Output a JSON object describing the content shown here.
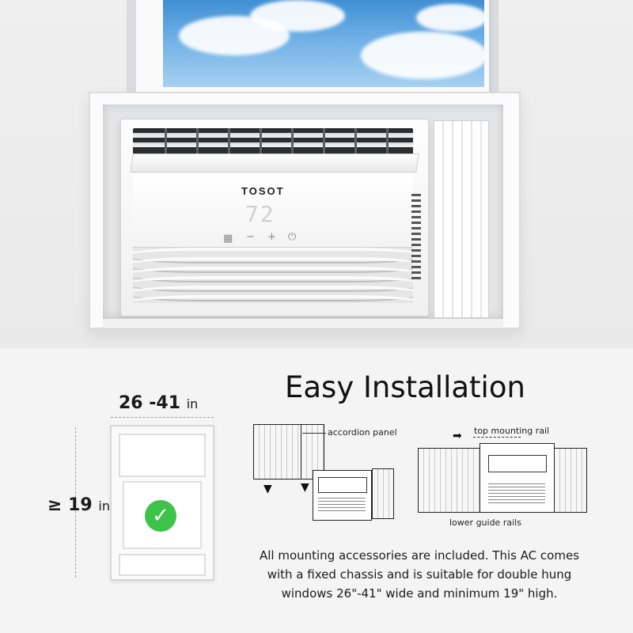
{
  "brand": "TOSOT",
  "display_reading": "72",
  "controls": {
    "mode_icon": "grid-icon",
    "minus": "−",
    "plus": "+",
    "power_icon": "power-icon"
  },
  "title": "Easy Installation",
  "dimensions": {
    "width_value": "26 -41",
    "width_unit": "in",
    "height_value": "≥ 19",
    "height_unit": "in"
  },
  "callouts": {
    "accordion_panel": "accordion panel",
    "top_mounting_rail": "top mounting rail",
    "lower_guide_rails": "lower guide rails"
  },
  "description": {
    "line1": "All mounting accessories are included. This AC comes",
    "line2": "with a fixed chassis and is suitable for double hung",
    "line3": "windows 26\"-41\" wide and minimum 19\" high."
  },
  "colors": {
    "check": "#3ec34a",
    "sky": "#6fb0e6"
  }
}
